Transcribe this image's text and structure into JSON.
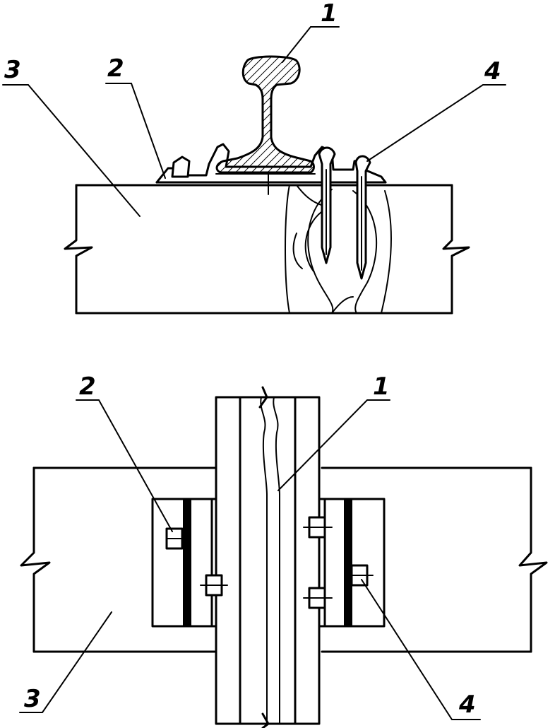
{
  "top_view": {
    "labels": {
      "rail": "1",
      "tie_plate": "2",
      "sleeper": "3",
      "spike": "4"
    }
  },
  "plan_view": {
    "labels": {
      "tie_plate": "2",
      "rail": "1",
      "sleeper": "3",
      "spike": "4"
    }
  }
}
